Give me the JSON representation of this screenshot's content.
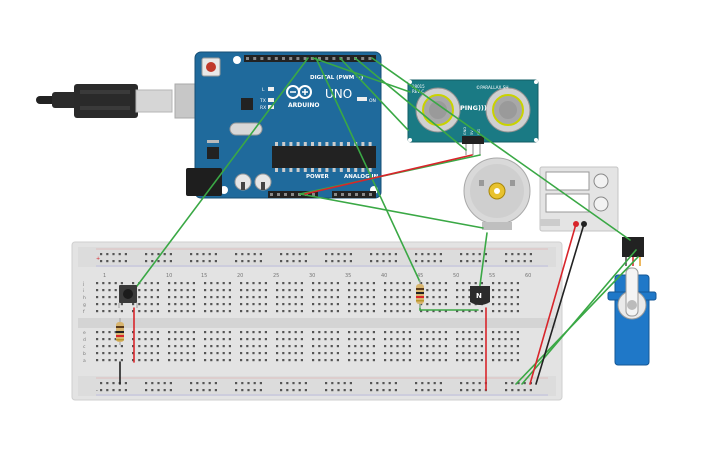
{
  "arduino": {
    "brand": "ARDUINO",
    "model": "UNO",
    "digital_label": "DIGITAL (PWM ~)",
    "power_label": "POWER",
    "analog_label": "ANALOG IN",
    "on_label": "ON",
    "tx_label": "TX",
    "rx_label": "RX",
    "l_label": "L",
    "color": "#1f6a9c"
  },
  "ping_sensor": {
    "brand": "©PARALLAX.SH",
    "model": "PING)))",
    "rev": "28015",
    "rev2": "REV C",
    "pins": [
      "GND",
      "5V",
      "SIG"
    ],
    "color": "#1a7a84"
  },
  "transistor": {
    "label": "N"
  },
  "breadboard": {
    "column_labels": [
      "1",
      "10",
      "15",
      "20",
      "25",
      "30",
      "35",
      "40",
      "45",
      "50",
      "55",
      "60"
    ],
    "row_labels_top": [
      "j",
      "i",
      "h",
      "g",
      "f"
    ],
    "row_labels_bottom": [
      "e",
      "d",
      "c",
      "b",
      "a"
    ],
    "rail_signs": [
      "+",
      "-"
    ]
  },
  "colors": {
    "wire_green": "#3aa845",
    "wire_red": "#d8252b",
    "wire_black": "#222222",
    "motor": "#d9d9d9",
    "servo": "#1f78c8"
  }
}
